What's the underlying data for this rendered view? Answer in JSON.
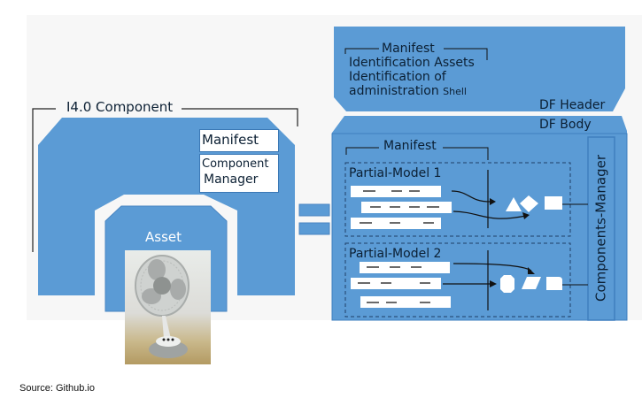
{
  "diagram": {
    "left": {
      "bracket_label": "I4.0 Component",
      "manifest_label": "Manifest",
      "component_manager_label": [
        "Component",
        "Manager"
      ],
      "asset_label": "Asset",
      "asset_image": "desk-fan-photo"
    },
    "equals_sign": "=",
    "right": {
      "header": {
        "manifest_bracket_label": "Manifest",
        "lines": [
          "Identification Assets",
          "Identification of"
        ],
        "line3_main": "administration",
        "line3_small": "Shell",
        "label": "DF Header"
      },
      "body": {
        "label": "DF Body",
        "manifest_bracket_label": "Manifest",
        "partial_models": [
          {
            "label": "Partial-Model 1",
            "shapes": [
              "triangle",
              "diamond",
              "square"
            ]
          },
          {
            "label": "Partial-Model 2",
            "shapes": [
              "octagon",
              "parallelogram",
              "rounded-square"
            ]
          }
        ],
        "components_manager_label": "Components-Manager"
      }
    },
    "colors": {
      "blue": "#5b9bd5",
      "dark_blue": "#3f7fbf",
      "text": "#0b1f33"
    }
  },
  "footer": {
    "source": "Source: Github.io"
  }
}
